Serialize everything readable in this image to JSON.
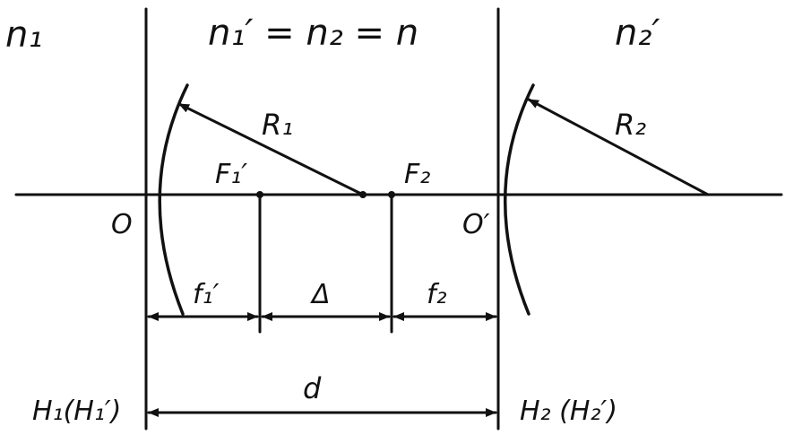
{
  "labels": {
    "n1": "n₁",
    "n1p_eq": "n₁′ = n₂ = n",
    "n2p": "n₂′",
    "R1": "R₁",
    "R2": "R₂",
    "F1p": "F₁′",
    "F2": "F₂",
    "O": "O",
    "Op": "O′",
    "f1p": "f₁′",
    "delta": "Δ",
    "f2": "f₂",
    "d": "d",
    "H1": "H₁(H₁′)",
    "H2": "H₂ (H₂′)"
  },
  "colors": {
    "ink": "#111111",
    "background": "#ffffff"
  }
}
